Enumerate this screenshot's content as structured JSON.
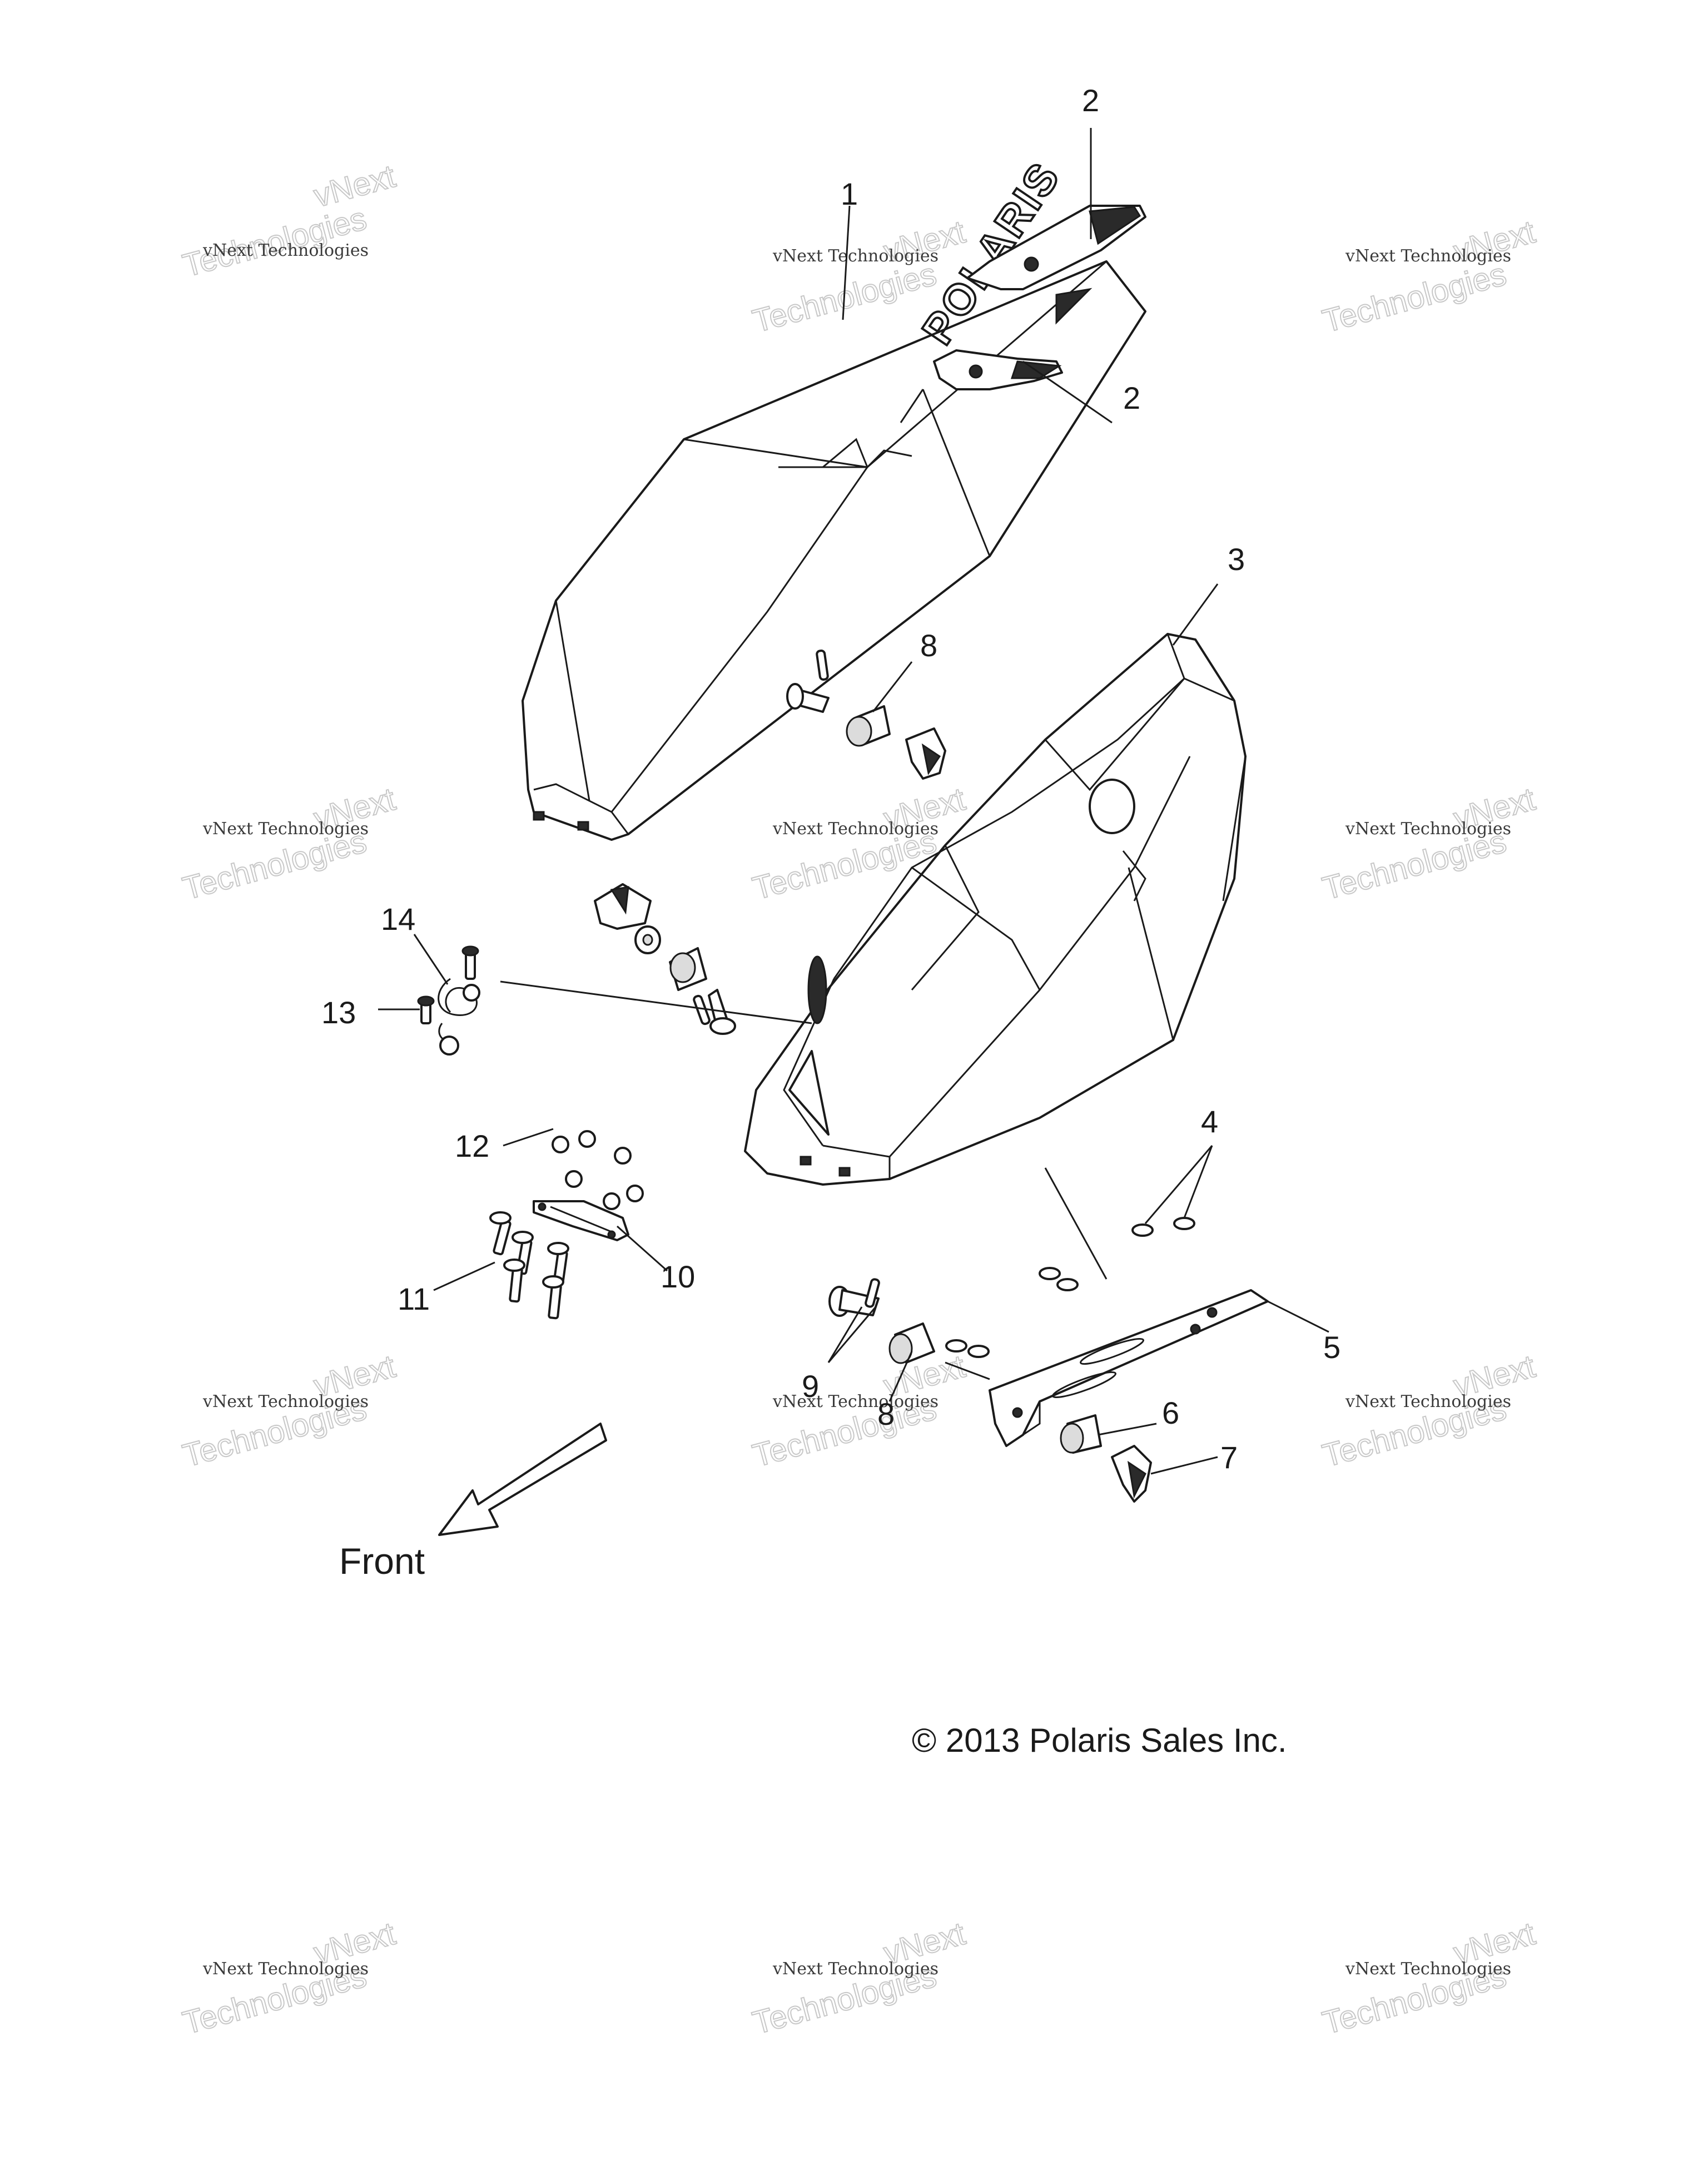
{
  "callouts": [
    {
      "id": "1",
      "text": "1"
    },
    {
      "id": "2a",
      "text": "2"
    },
    {
      "id": "2b",
      "text": "2"
    },
    {
      "id": "3",
      "text": "3"
    },
    {
      "id": "4",
      "text": "4"
    },
    {
      "id": "5",
      "text": "5"
    },
    {
      "id": "6",
      "text": "6"
    },
    {
      "id": "7",
      "text": "7"
    },
    {
      "id": "8a",
      "text": "8"
    },
    {
      "id": "8b",
      "text": "8"
    },
    {
      "id": "9",
      "text": "9"
    },
    {
      "id": "10",
      "text": "10"
    },
    {
      "id": "11",
      "text": "11"
    },
    {
      "id": "12",
      "text": "12"
    },
    {
      "id": "13",
      "text": "13"
    },
    {
      "id": "14",
      "text": "14"
    }
  ],
  "front_label": "Front",
  "copyright": "© 2013 Polaris Sales Inc.",
  "logo_text": "POLARIS",
  "watermark": {
    "small": "vNext Technologies",
    "line1": "vNext",
    "line2": "Technologies"
  },
  "colors": {
    "ink": "#1a1a1a",
    "watermark": "#c8c8c8",
    "background": "#ffffff"
  }
}
